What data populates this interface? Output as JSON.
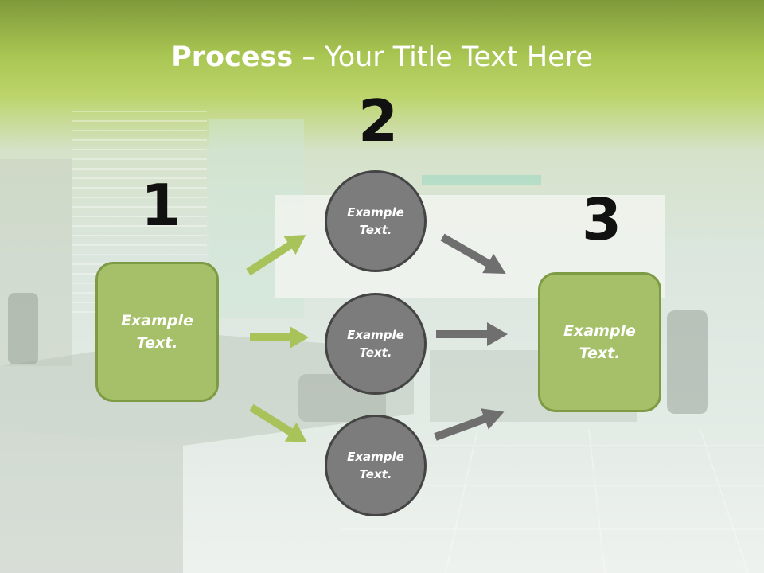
{
  "title": {
    "bold": "Process",
    "rest": " – Your Title Text Here"
  },
  "steps": [
    {
      "number": "1",
      "text": "Example\nText."
    },
    {
      "number": "2"
    },
    {
      "number": "3",
      "text": "Example\nText."
    }
  ],
  "circles": [
    {
      "text": "Example\nText."
    },
    {
      "text": "Example\nText."
    },
    {
      "text": "Example\nText."
    }
  ],
  "colors": {
    "green_box": "#a6c06a",
    "green_arrow": "#a8c35a",
    "gray_circle": "#7c7c7c",
    "gray_arrow": "#6f6f6f"
  }
}
